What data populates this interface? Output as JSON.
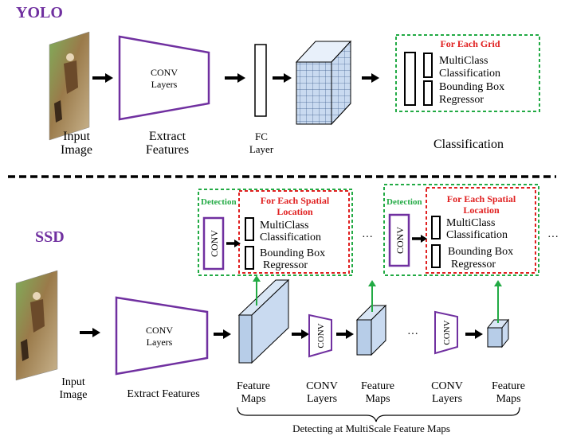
{
  "yolo": {
    "title": "YOLO",
    "input_label_1": "Input",
    "input_label_2": "Image",
    "conv_label_1": "CONV",
    "conv_label_2": "Layers",
    "extract_label_1": "Extract",
    "extract_label_2": "Features",
    "fc_label_1": "FC",
    "fc_label_2": "Layer",
    "grid_header": "For Each Grid",
    "multiclass_1": "MultiClass",
    "multiclass_2": "Classification",
    "bbox_1": "Bounding Box",
    "bbox_2": "Regressor",
    "classification_label": "Classification"
  },
  "ssd": {
    "title": "SSD",
    "input_label_1": "Input",
    "input_label_2": "Image",
    "conv_label_1": "CONV",
    "conv_label_2": "Layers",
    "extract_label": "Extract Features",
    "detection_label": "Detection",
    "spatial_header_1": "For Each Spatial",
    "spatial_header_2": "Location",
    "small_conv": "CONV",
    "multiclass_1": "MultiClass",
    "multiclass_2": "Classification",
    "bbox_1": "Bounding Box",
    "bbox_2": "Regressor",
    "ellipsis": "···",
    "feature_label_1": "Feature",
    "feature_label_2": "Maps",
    "conv_layers_1": "CONV",
    "conv_layers_2": "Layers",
    "brace_caption": "Detecting at MultiScale Feature Maps"
  },
  "colors": {
    "title": "#7030a0",
    "trapezoid": "#7030a0",
    "header_red": "#e02020",
    "dashed_green": "#22aa44",
    "detection_green": "#22aa44",
    "feature_fill": "#c9daf0",
    "green_arrow": "#22aa44"
  }
}
